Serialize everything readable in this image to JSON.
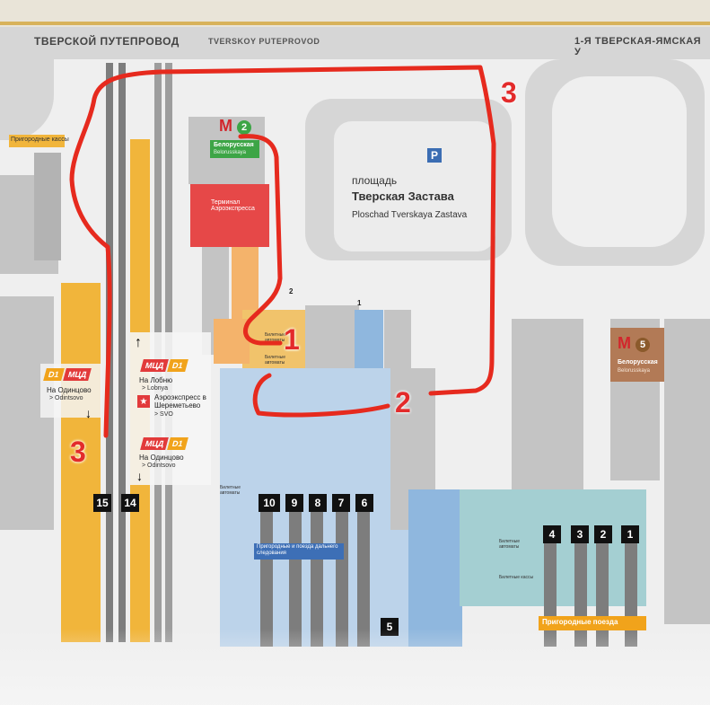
{
  "streets": {
    "top_left_ru": "ТВЕРСКОЙ ПУТЕПРОВОД",
    "top_left_en": "TVERSKOY PUTEPROVOD",
    "top_right_ru": "1-Я ТВЕРСКАЯ-ЯМСКАЯ У"
  },
  "square": {
    "label_small": "площадь",
    "name_ru": "Тверская Застава",
    "name_en": "Ploschad Tverskaya Zastava",
    "parking_icon": "P"
  },
  "metro_north": {
    "line_number": "2",
    "name_ru": "Белорусская",
    "name_en": "Belorusskaya",
    "color": "#3da546"
  },
  "metro_east": {
    "line_number": "5",
    "name_ru": "Белорусская",
    "name_en": "Belorusskaya",
    "color": "#8b5a2b"
  },
  "terminal": {
    "label": "Терминал Аэроэкспресса",
    "ticket_label_1": "Билетные автоматы",
    "ticket_label_2": "Билетные автоматы",
    "ticket_label_3": "Билетные автоматы",
    "ticket_label_4": "Билетные автоматы",
    "ticket_label_5": "Билетные кассы"
  },
  "suburban_ticket": "Пригородные кассы",
  "directions": {
    "lobnya_ru": "На Лобню",
    "lobnya_en": "> Lobnya",
    "aeroexpress_ru": "Аэроэкспресс в Шереметьево",
    "aeroexpress_en": "> SVO",
    "odintsovo_ru": "На Одинцово",
    "odintsovo_en": "> Odintsovo",
    "odintsovo_left_ru": "На Одинцово",
    "odintsovo_left_en": "> Odintsovo",
    "mcd": "МЦД",
    "d1": "D1"
  },
  "platforms": {
    "left": [
      "15",
      "14"
    ],
    "middle": [
      "10",
      "9",
      "8",
      "7",
      "6"
    ],
    "lower": "5",
    "right": [
      "4",
      "3",
      "2",
      "1"
    ]
  },
  "long_distance": "Пригородные и поезда дальнего следования",
  "suburban_trains": "Пригородные поезда",
  "exits": {
    "exit_1": "1",
    "exit_2": "2"
  },
  "route_markers": {
    "m1": "1",
    "m2": "2",
    "m3_top": "3",
    "m3_left": "3"
  },
  "colors": {
    "route_red": "#e62a1e",
    "orange": "#f1b53b",
    "aeroexpress_red": "#e23a3a"
  }
}
